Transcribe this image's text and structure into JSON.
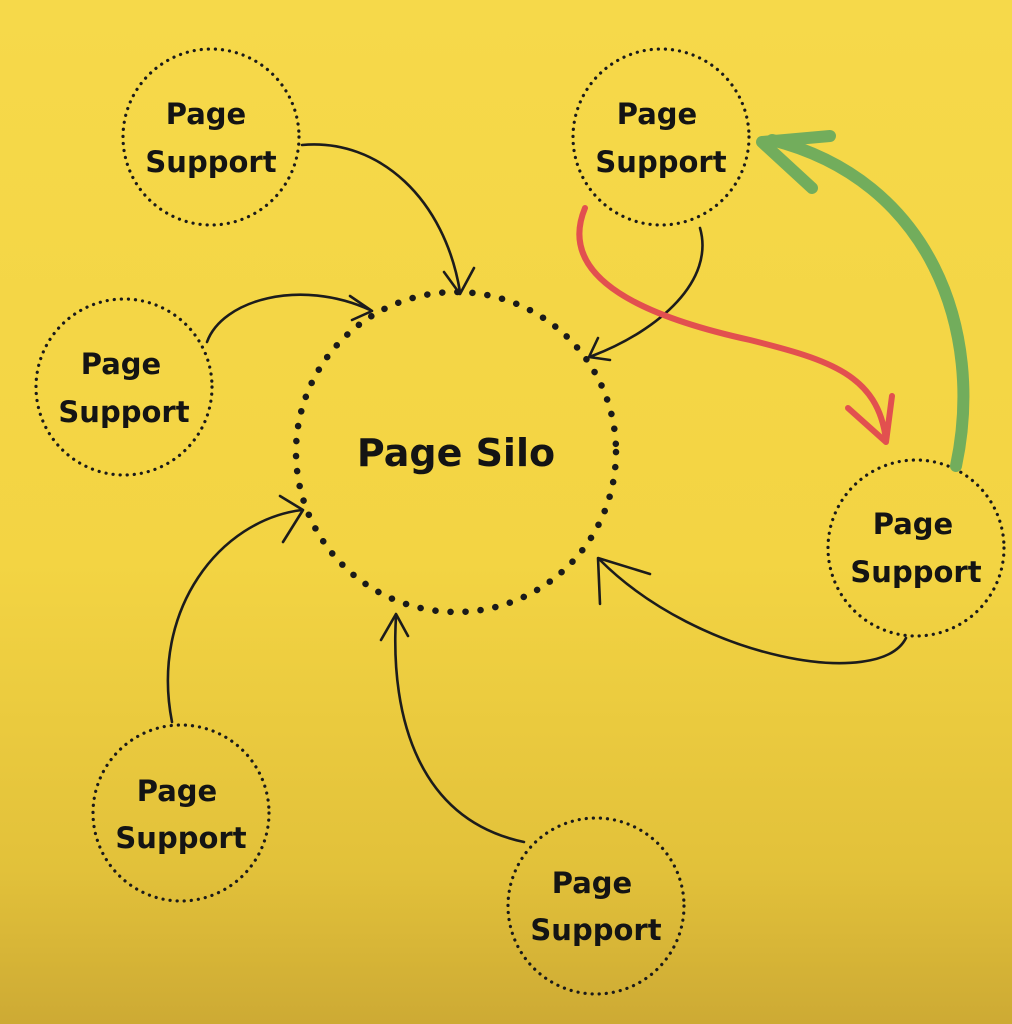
{
  "center": {
    "label": "Page Silo"
  },
  "support_nodes": [
    {
      "line1": "Page",
      "line2": "Support"
    },
    {
      "line1": "Page",
      "line2": "Support"
    },
    {
      "line1": "Page",
      "line2": "Support"
    },
    {
      "line1": "Page",
      "line2": "Support"
    },
    {
      "line1": "Page",
      "line2": "Support"
    },
    {
      "line1": "Page",
      "line2": "Support"
    }
  ],
  "colors": {
    "background": "#f5d846",
    "ink": "#1a1a1a",
    "red_arrow": "#e2504f",
    "green_arrow": "#72ad5c"
  }
}
